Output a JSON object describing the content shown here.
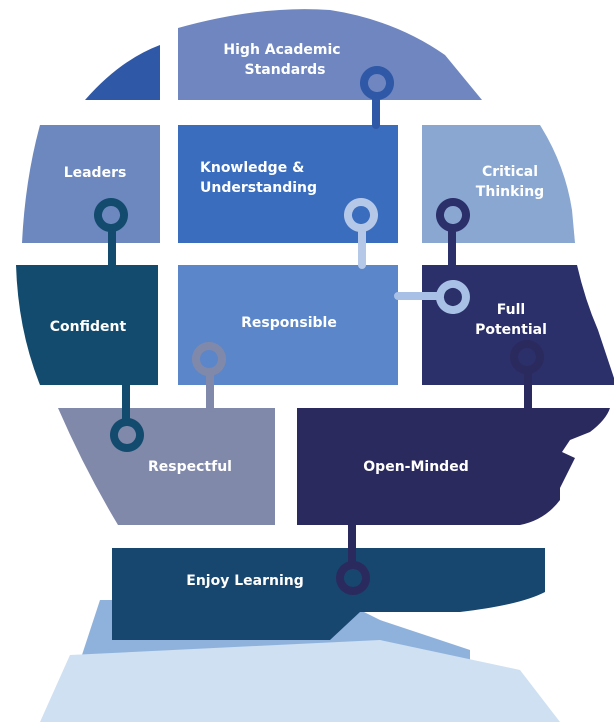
{
  "pieces": {
    "high_academic": {
      "line1": "High Academic",
      "line2": "Standards"
    },
    "leaders": {
      "label": "Leaders"
    },
    "knowledge": {
      "line1": "Knowledge &",
      "line2": "Understanding"
    },
    "critical": {
      "line1": "Critical",
      "line2": "Thinking"
    },
    "confident": {
      "label": "Confident"
    },
    "responsible": {
      "label": "Responsible"
    },
    "full_potential": {
      "line1": "Full",
      "line2": "Potential"
    },
    "respectful": {
      "label": "Respectful"
    },
    "open_minded": {
      "label": "Open-Minded"
    },
    "enjoy_learning": {
      "label": "Enjoy Learning"
    }
  },
  "colors": {
    "top_left_corner": "#2f58a6",
    "high_academic": "#6f86c0",
    "leaders": "#6d88bf",
    "knowledge": "#3a6dbd",
    "critical": "#8aa7d2",
    "confident": "#134b6e",
    "responsible": "#5b86c9",
    "full_potential": "#2b2f6a",
    "respectful": "#8089aa",
    "open_minded": "#2b2a5e",
    "enjoy_learning": "#17466e",
    "shoulders_dark": "#8fb2dd",
    "shoulders_light": "#cfe0f2",
    "background": "#ffffff"
  }
}
